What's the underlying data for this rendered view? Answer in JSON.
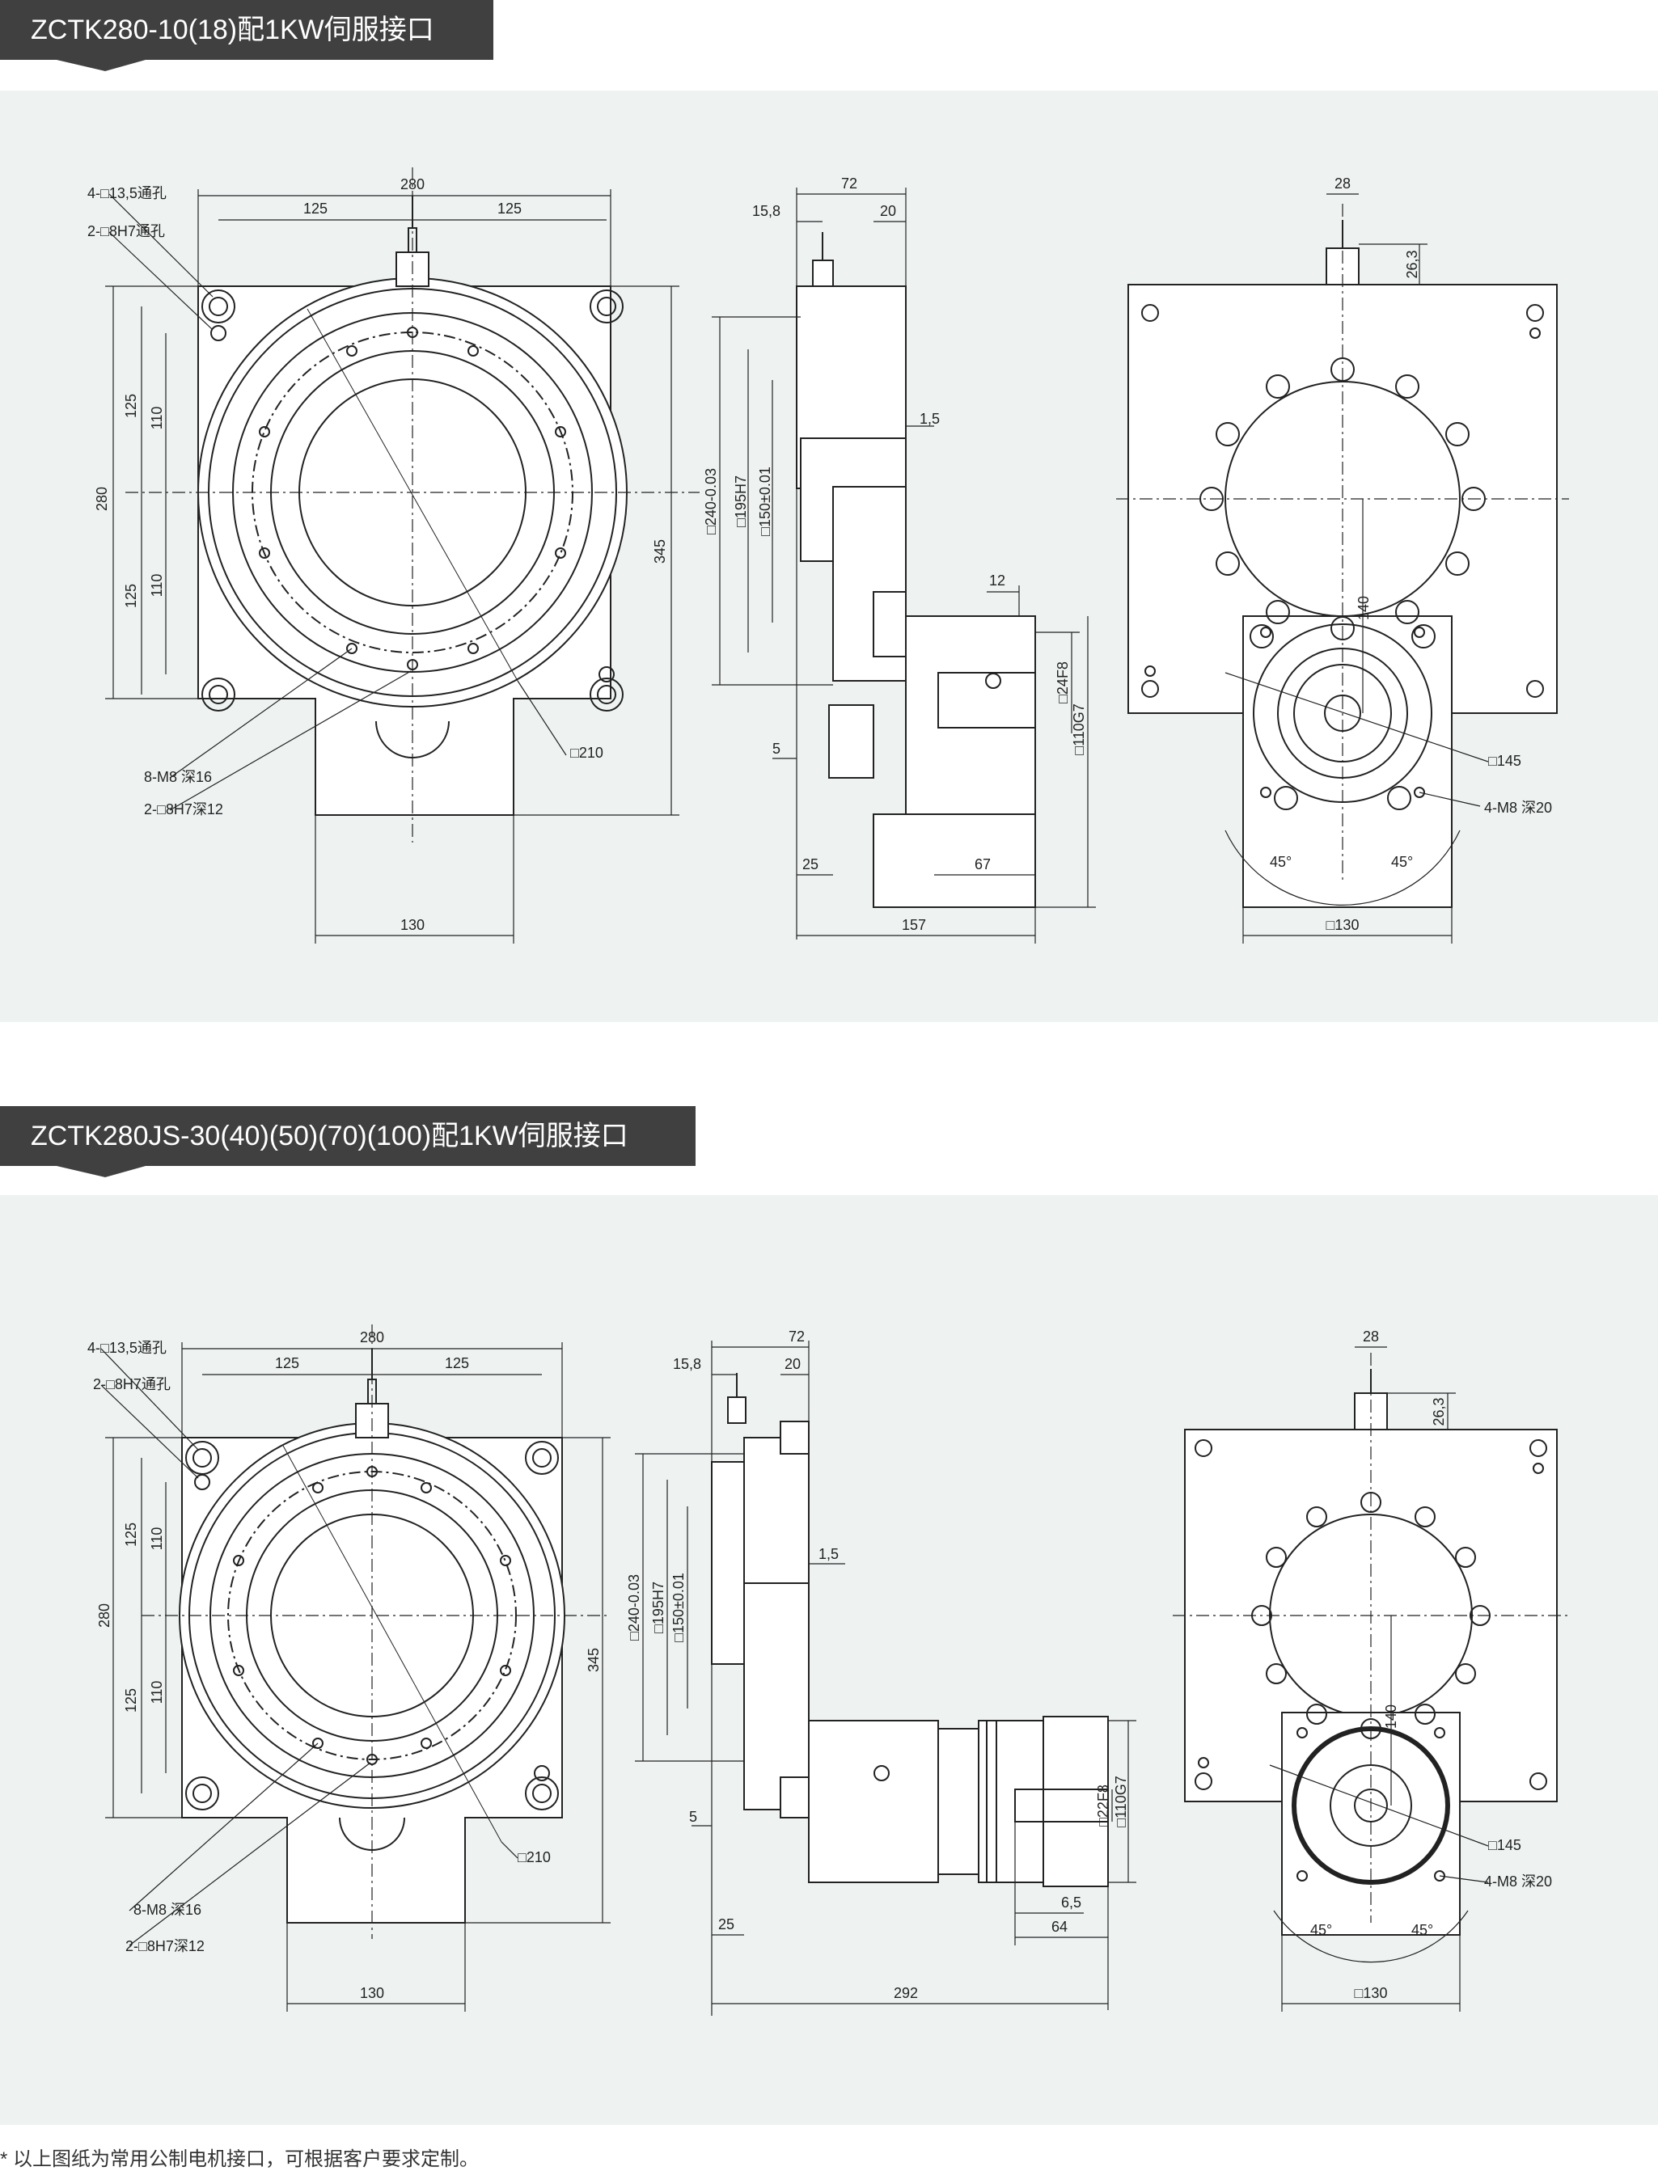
{
  "section1": {
    "title": "ZCTK280-10(18)配1KW伺服接口",
    "front": {
      "dim_280_top": "280",
      "dim_125_a": "125",
      "dim_125_b": "125",
      "label_holes": "4-□13,5通孔",
      "label_pins": "2-□8H7通孔",
      "dim_125_left_a": "125",
      "dim_110_a": "110",
      "dim_280_left": "280",
      "dim_125_left_b": "125",
      "dim_110_b": "110",
      "dim_345": "345",
      "label_m8": "8-M8 深16",
      "label_pin12": "2-□8H7深12",
      "label_210": "□210",
      "dim_130": "130"
    },
    "side": {
      "dim_72": "72",
      "dim_15_8": "15,8",
      "dim_20": "20",
      "dim_1_5": "1,5",
      "dim_240": "□240-0.03",
      "dim_195": "□195H7",
      "dim_150": "□150±0.01",
      "dim_12": "12",
      "dim_24f8": "□24F8",
      "dim_110g7": "□110G7",
      "dim_5": "5",
      "dim_25": "25",
      "dim_67": "67",
      "dim_157": "157"
    },
    "rear": {
      "dim_28": "28",
      "dim_26_3": "26,3",
      "dim_140": "140",
      "label_145": "□145",
      "label_m8": "4-M8 深20",
      "angle_a": "45°",
      "angle_b": "45°",
      "dim_130": "□130"
    }
  },
  "section2": {
    "title": "ZCTK280JS-30(40)(50)(70)(100)配1KW伺服接口",
    "front": {
      "dim_280_top": "280",
      "dim_125_a": "125",
      "dim_125_b": "125",
      "label_holes": "4-□13,5通孔",
      "label_pins": "2-□8H7通孔",
      "dim_125_left_a": "125",
      "dim_110_a": "110",
      "dim_280_left": "280",
      "dim_125_left_b": "125",
      "dim_110_b": "110",
      "dim_345": "345",
      "label_m8": "8-M8 深16",
      "label_pin12": "2-□8H7深12",
      "label_210": "□210",
      "dim_130": "130"
    },
    "side": {
      "dim_72": "72",
      "dim_15_8": "15,8",
      "dim_20": "20",
      "dim_1_5": "1,5",
      "dim_240": "□240-0.03",
      "dim_195": "□195H7",
      "dim_150": "□150±0.01",
      "dim_22f8": "□22F8",
      "dim_110g7": "□110G7",
      "dim_5": "5",
      "dim_25": "25",
      "dim_6_5": "6,5",
      "dim_64": "64",
      "dim_292": "292"
    },
    "rear": {
      "dim_28": "28",
      "dim_26_3": "26,3",
      "dim_140": "140",
      "label_145": "□145",
      "label_m8": "4-M8 深20",
      "angle_a": "45°",
      "angle_b": "45°",
      "dim_130": "□130"
    }
  },
  "footnote": "* 以上图纸为常用公制电机接口，可根据客户要求定制。",
  "colors": {
    "header_bg": "#404040",
    "panel_bg": "#eef3f2",
    "part_fill": "#ffffff",
    "line": "#222222"
  }
}
